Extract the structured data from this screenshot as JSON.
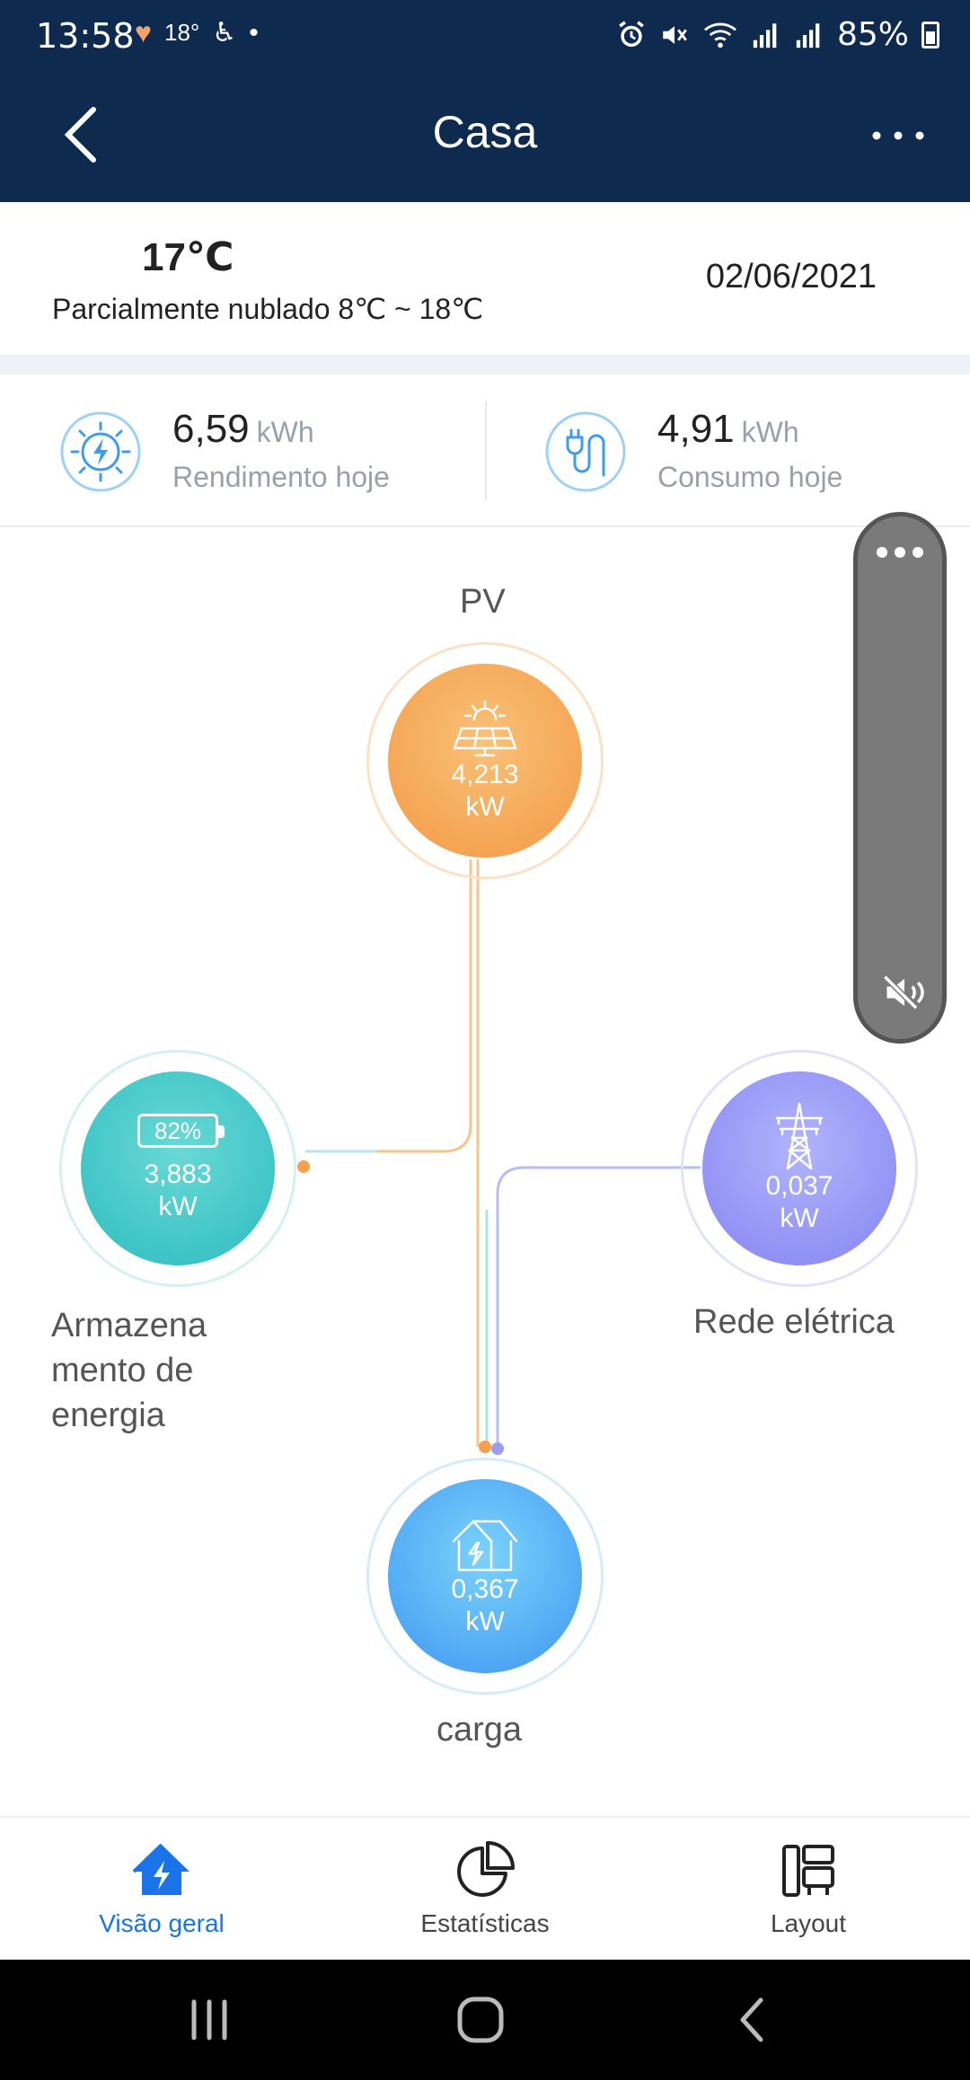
{
  "status_bar": {
    "time": "13:58",
    "weather_temp": "18°",
    "battery": "85%"
  },
  "app_bar": {
    "title": "Casa"
  },
  "weather": {
    "temperature": "17℃",
    "condition": "Parcialmente nublado  8℃ ~ 18℃",
    "date": "02/06/2021"
  },
  "stats": {
    "yield": {
      "value": "6,59",
      "unit": "kWh",
      "label": "Rendimento hoje",
      "icon": "solar-bolt-icon"
    },
    "consumption": {
      "value": "4,91",
      "unit": "kWh",
      "label": "Consumo hoje",
      "icon": "plug-icon"
    }
  },
  "flow": {
    "pv": {
      "label": "PV",
      "value": "4,213",
      "unit": "kW",
      "icon": "solar-panel-icon"
    },
    "storage": {
      "label_lines": [
        "Armazena",
        "mento de",
        "energia"
      ],
      "value": "3,883",
      "unit": "kW",
      "battery_level": "82%",
      "icon": "battery-icon"
    },
    "grid": {
      "label": "Rede elétrica",
      "value": "0,037",
      "unit": "kW",
      "icon": "power-tower-icon"
    },
    "load": {
      "label": "carga",
      "value": "0,367",
      "unit": "kW",
      "icon": "house-bolt-icon"
    }
  },
  "bottom_nav": {
    "items": [
      {
        "label": "Visão geral",
        "icon": "home-bolt-icon",
        "active": true
      },
      {
        "label": "Estatísticas",
        "icon": "pie-chart-icon",
        "active": false
      },
      {
        "label": "Layout",
        "icon": "layout-icon",
        "active": false
      }
    ]
  },
  "colors": {
    "navy": "#0e2a4f",
    "pv_orange": "#f6a04d",
    "storage_teal": "#35c2c4",
    "grid_purple": "#8f8ff6",
    "load_blue": "#45a8f5",
    "active_blue": "#1a73e8"
  }
}
